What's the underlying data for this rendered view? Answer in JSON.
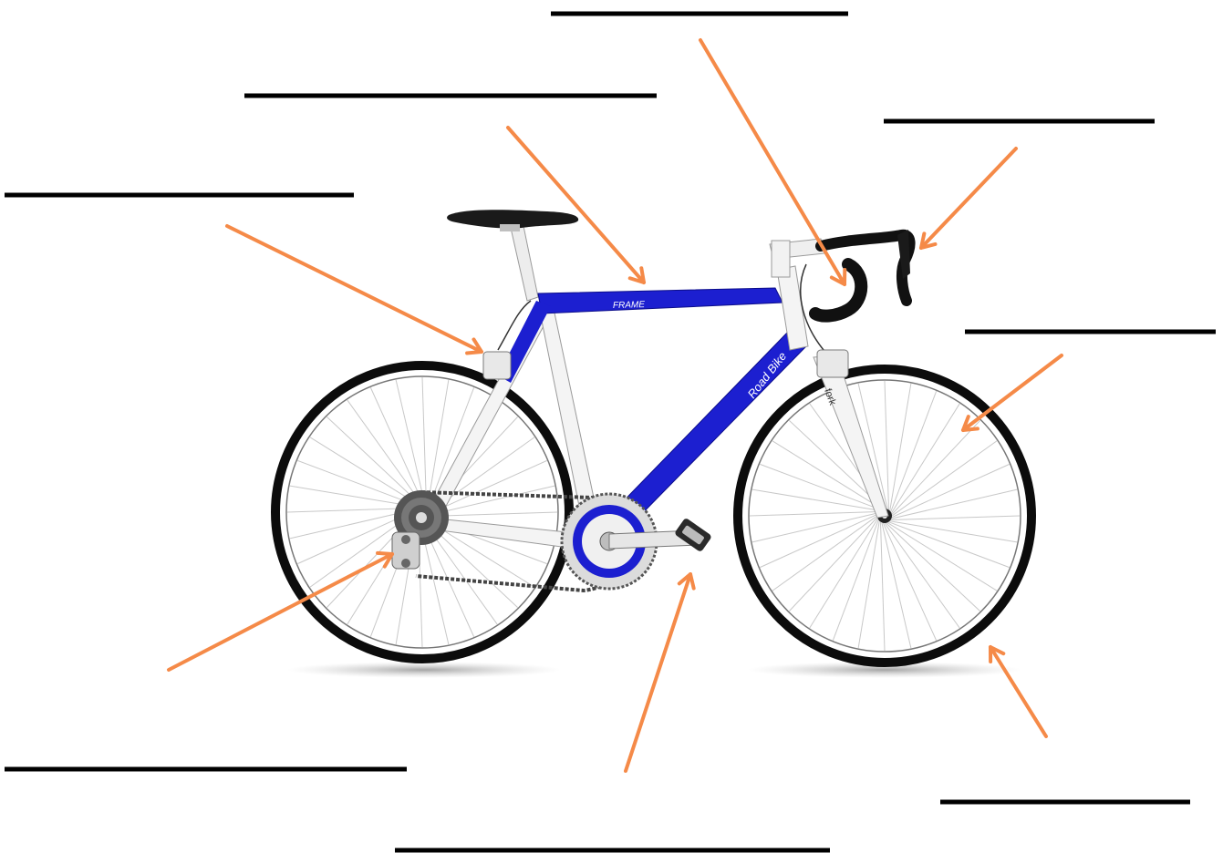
{
  "diagram": {
    "frame_label": "FRAME",
    "model_label": "Road Bike",
    "fork_label": "fork",
    "colors": {
      "frame_blue": "#1c1fd0",
      "arrow_orange": "#f58a48",
      "answer_line": "#000000",
      "tyre": "#0c0c0c",
      "white_part": "#f4f4f4",
      "chain_grey": "#444444"
    },
    "answer_blanks": [
      "",
      "",
      "",
      "",
      "",
      "",
      "",
      "",
      ""
    ]
  }
}
